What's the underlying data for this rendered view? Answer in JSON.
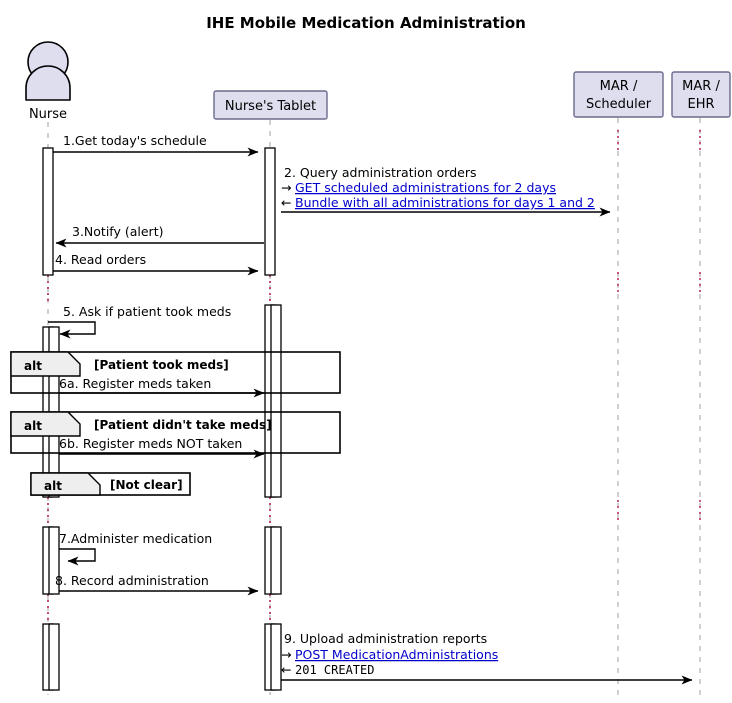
{
  "diagram": {
    "title": "IHE Mobile Medication Administration",
    "type": "uml-sequence-diagram",
    "colors": {
      "participant_fill": "#DEDEEF",
      "participant_stroke": "#6A6A8C",
      "link": "#0000CD",
      "lifeline_gap": "#A80036",
      "line": "#000000",
      "frame_header_fill": "#EEEEEE",
      "background": "#FFFFFF"
    }
  },
  "participants": [
    {
      "id": "nurse",
      "label": "Nurse",
      "kind": "actor"
    },
    {
      "id": "tablet",
      "label": "Nurse's Tablet",
      "kind": "box"
    },
    {
      "id": "scheduler",
      "label": "MAR /\nScheduler",
      "line1": "MAR /",
      "line2": "Scheduler",
      "kind": "box"
    },
    {
      "id": "ehr",
      "label": "MAR /\nEHR",
      "line1": "MAR /",
      "line2": "EHR",
      "kind": "box"
    }
  ],
  "messages": [
    {
      "num": "1",
      "label": "1.Get today's schedule",
      "from": "nurse",
      "to": "tablet",
      "style": "solid-arrow"
    },
    {
      "num": "2",
      "label": "2. Query administration orders",
      "from": "tablet",
      "to": "scheduler",
      "style": "solid-arrow",
      "detail": [
        {
          "dir": "request",
          "arrow": "→",
          "text": "GET scheduled administrations for 2 days",
          "link": true
        },
        {
          "dir": "response",
          "arrow": "←",
          "text": "Bundle with all administrations for days 1 and 2",
          "link": true
        }
      ]
    },
    {
      "num": "3",
      "label": "3.Notify (alert)",
      "from": "tablet",
      "to": "nurse",
      "style": "solid-arrow-back"
    },
    {
      "num": "4",
      "label": "4. Read orders",
      "from": "nurse",
      "to": "tablet",
      "style": "solid-arrow"
    },
    {
      "num": "5",
      "label": "5. Ask if patient took meds",
      "from": "nurse",
      "to": "nurse",
      "style": "self"
    },
    {
      "num": "6a",
      "label": "6a. Register meds taken",
      "from": "nurse",
      "to": "tablet",
      "style": "solid-arrow"
    },
    {
      "num": "6b",
      "label": "6b. Register meds NOT taken",
      "from": "nurse",
      "to": "tablet",
      "style": "solid-arrow"
    },
    {
      "num": "7",
      "label": "7.Administer medication",
      "from": "nurse",
      "to": "nurse",
      "style": "self"
    },
    {
      "num": "8",
      "label": "8. Record administration",
      "from": "nurse",
      "to": "tablet",
      "style": "solid-arrow"
    },
    {
      "num": "9",
      "label": "9. Upload administration reports",
      "from": "tablet",
      "to": "ehr",
      "style": "solid-arrow",
      "detail": [
        {
          "dir": "request",
          "arrow": "→",
          "text": "POST MedicationAdministrations",
          "link": true
        },
        {
          "dir": "response",
          "arrow": "←",
          "text": "201  CREATED",
          "link": false,
          "mono": true
        }
      ]
    }
  ],
  "fragments": [
    {
      "keyword": "alt",
      "guard": "[Patient took meds]"
    },
    {
      "keyword": "alt",
      "guard": "[Patient didn't take meds]"
    },
    {
      "keyword": "alt",
      "guard": "[Not clear]"
    }
  ]
}
